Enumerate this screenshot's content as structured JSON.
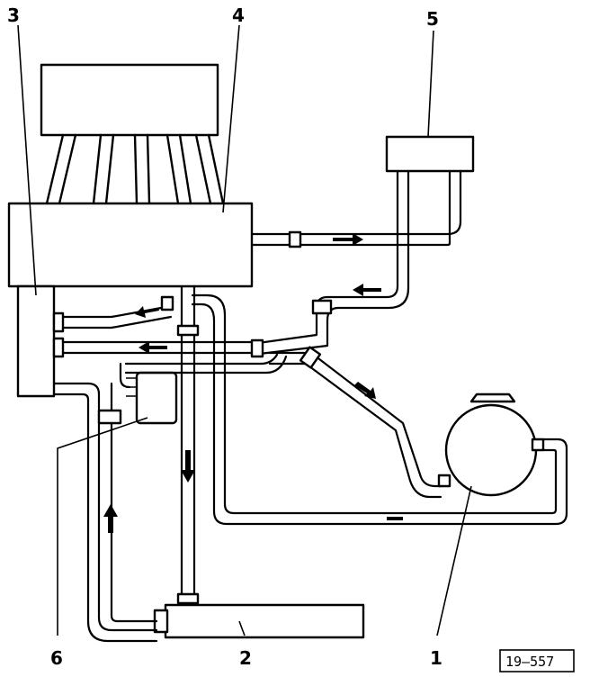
{
  "diagram": {
    "labels": {
      "one": "1",
      "two": "2",
      "three": "3",
      "four": "4",
      "five": "5",
      "six": "6"
    },
    "figure_ref": "19–557"
  }
}
